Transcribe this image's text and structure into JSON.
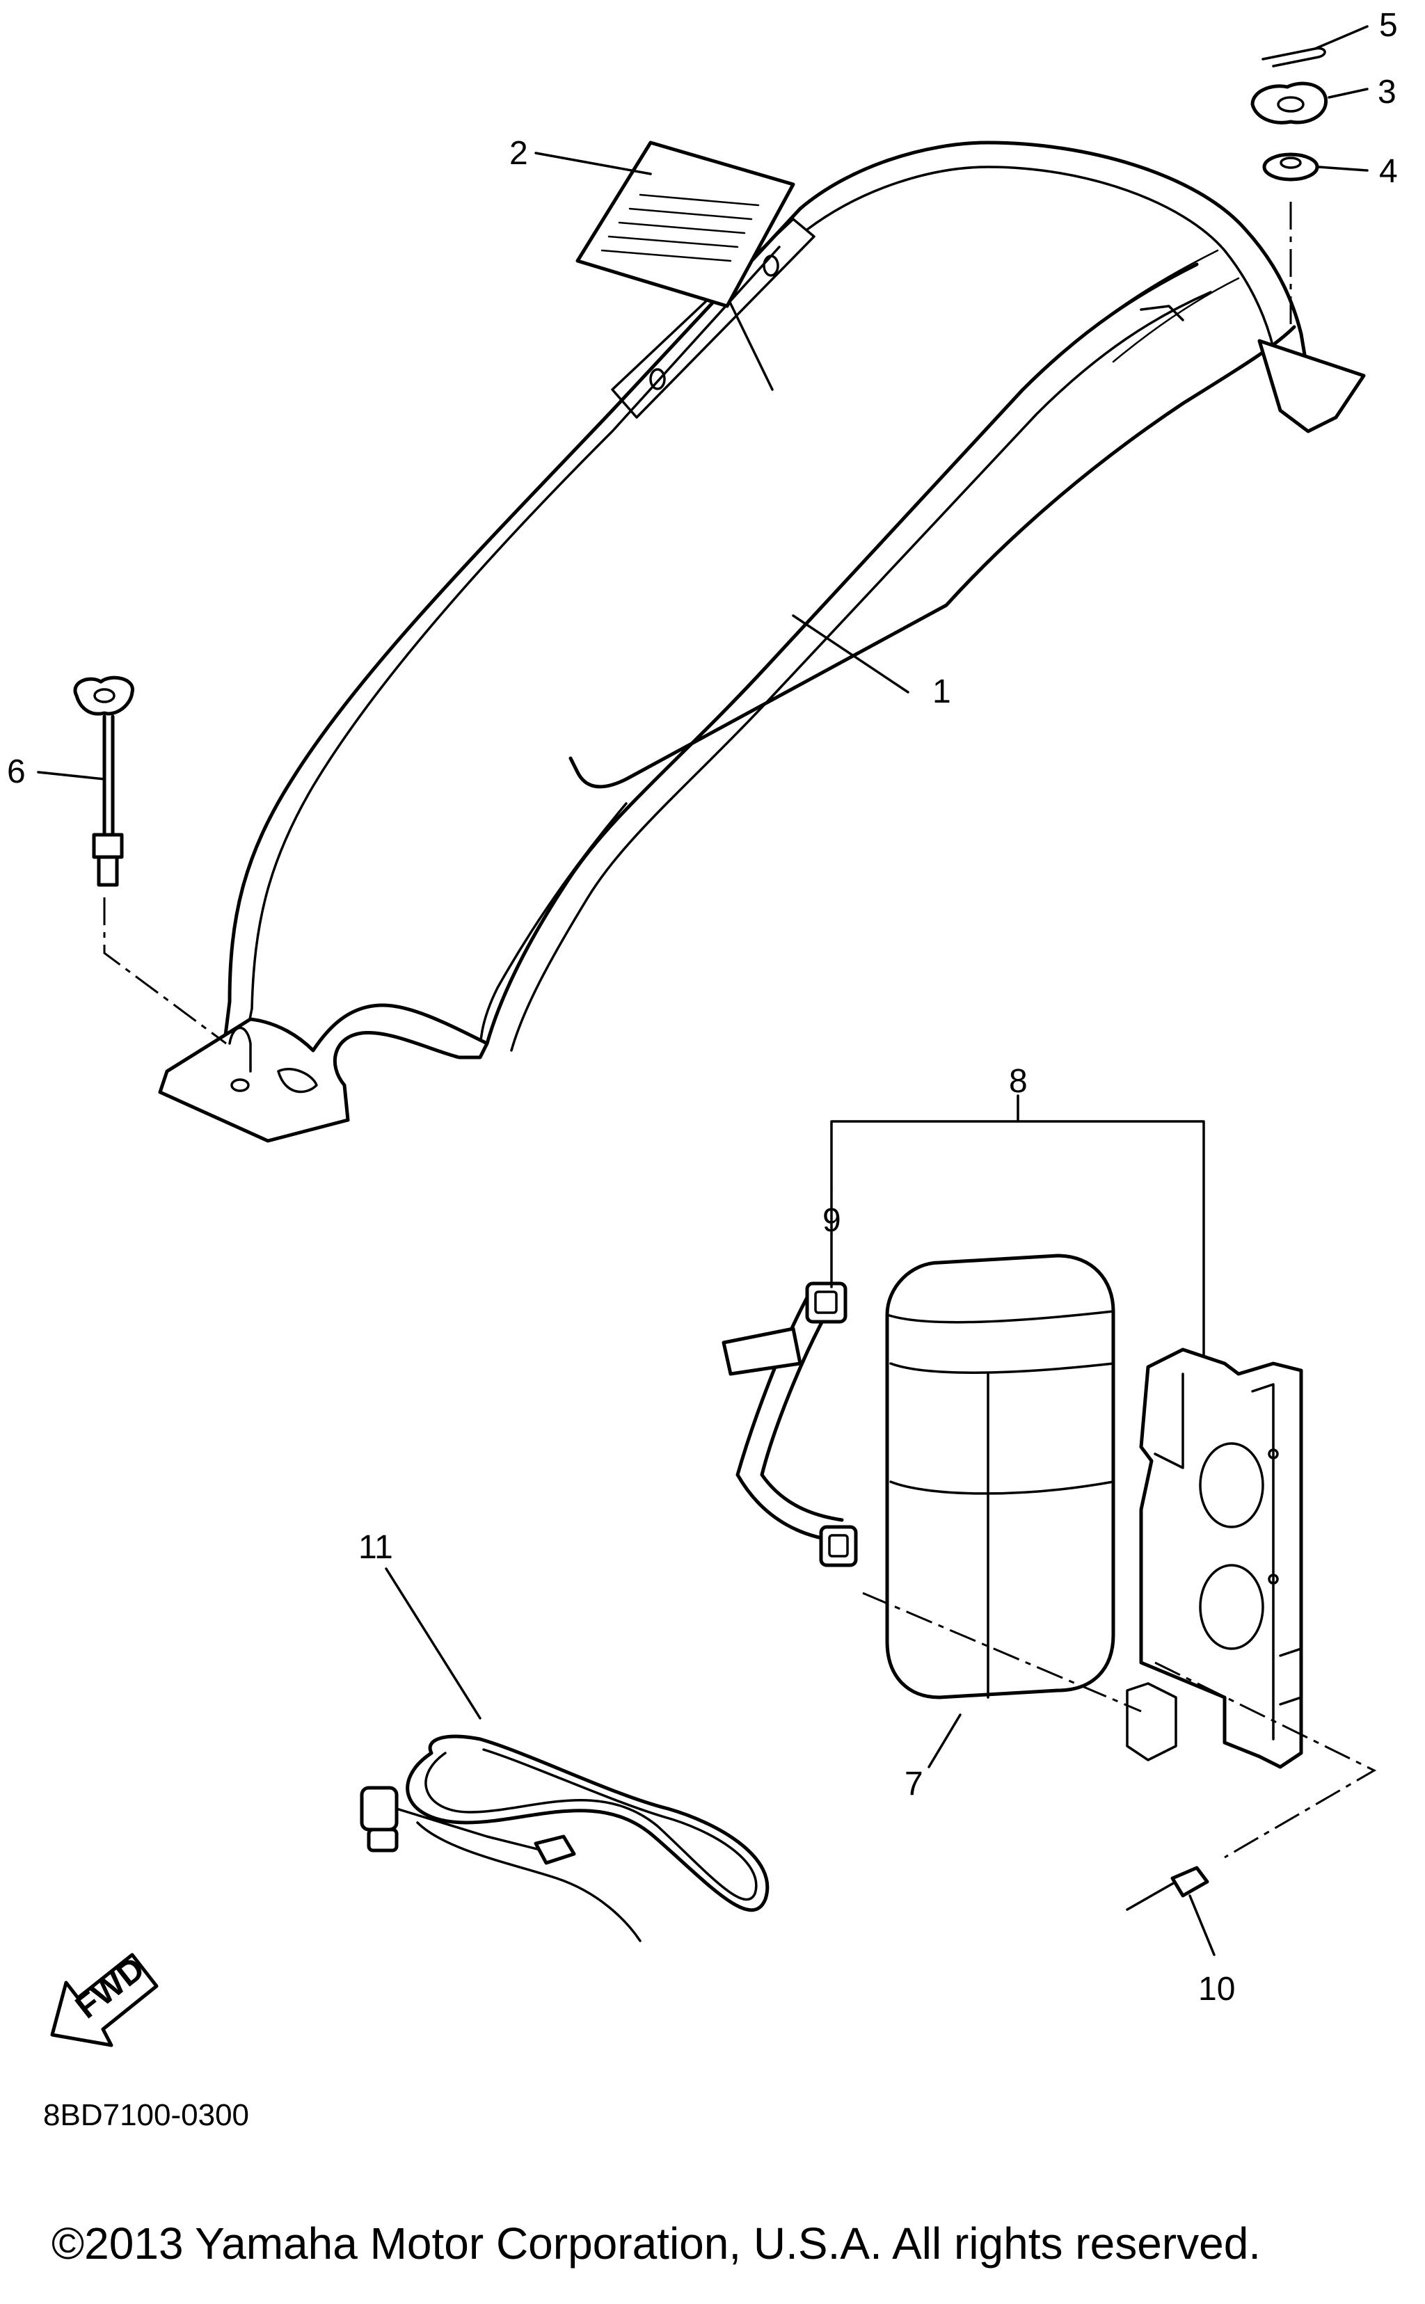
{
  "diagram": {
    "callouts": [
      "1",
      "2",
      "3",
      "4",
      "5",
      "6",
      "7",
      "8",
      "9",
      "10",
      "11"
    ],
    "fwd_label": "FWD",
    "drawing_code": "8BD7100-0300",
    "copyright": "©2013 Yamaha Motor Corporation, U.S.A. All rights reserved."
  }
}
